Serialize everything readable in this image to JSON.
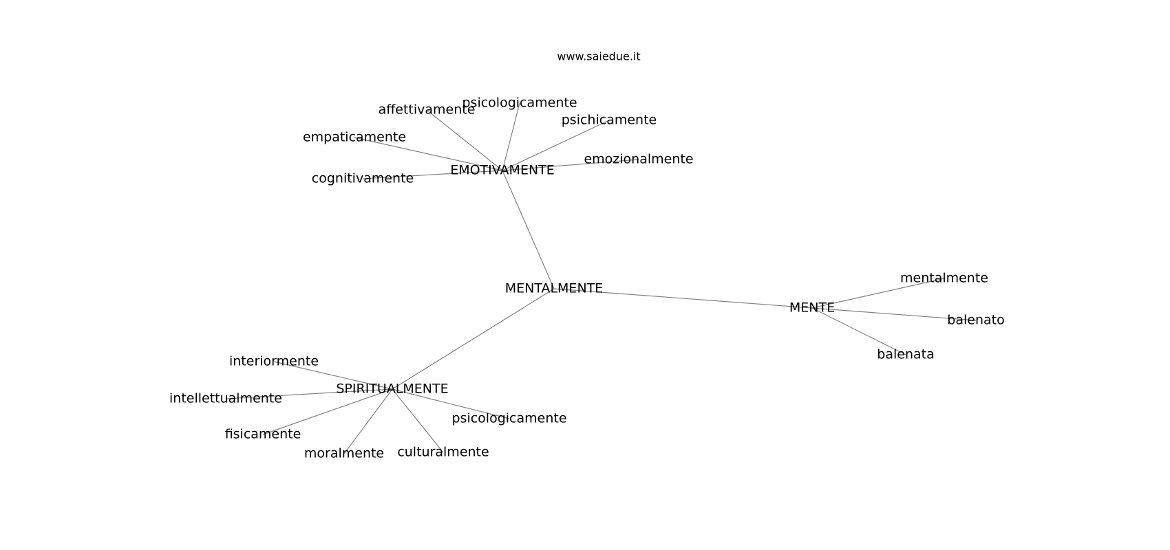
{
  "watermark": "www.saiedue.it",
  "colors": {
    "edge": "#808080",
    "text": "#000000",
    "background": "#ffffff"
  },
  "graph": {
    "nodes": [
      {
        "id": "mentalmente_hub",
        "label": "MENTALMENTE"
      },
      {
        "id": "emotivamente",
        "label": "EMOTIVAMENTE"
      },
      {
        "id": "spiritualmente",
        "label": "SPIRITUALMENTE"
      },
      {
        "id": "mente",
        "label": "MENTE"
      },
      {
        "id": "affettivamente",
        "label": "affettivamente"
      },
      {
        "id": "psicologicamente_a",
        "label": "psicologicamente"
      },
      {
        "id": "psichicamente",
        "label": "psichicamente"
      },
      {
        "id": "empaticamente",
        "label": "empaticamente"
      },
      {
        "id": "emozionalmente",
        "label": "emozionalmente"
      },
      {
        "id": "cognitivamente",
        "label": "cognitivamente"
      },
      {
        "id": "mentalmente",
        "label": "mentalmente"
      },
      {
        "id": "balenato",
        "label": "balenato"
      },
      {
        "id": "balenata",
        "label": "balenata"
      },
      {
        "id": "interiormente",
        "label": "interiormente"
      },
      {
        "id": "intellettualmente",
        "label": "intellettualmente"
      },
      {
        "id": "fisicamente",
        "label": "fisicamente"
      },
      {
        "id": "moralmente",
        "label": "moralmente"
      },
      {
        "id": "culturalmente",
        "label": "culturalmente"
      },
      {
        "id": "psicologicamente_b",
        "label": "psicologicamente"
      }
    ],
    "edges": [
      [
        "mentalmente_hub",
        "emotivamente"
      ],
      [
        "mentalmente_hub",
        "spiritualmente"
      ],
      [
        "mentalmente_hub",
        "mente"
      ],
      [
        "emotivamente",
        "affettivamente"
      ],
      [
        "emotivamente",
        "psicologicamente_a"
      ],
      [
        "emotivamente",
        "psichicamente"
      ],
      [
        "emotivamente",
        "empaticamente"
      ],
      [
        "emotivamente",
        "emozionalmente"
      ],
      [
        "emotivamente",
        "cognitivamente"
      ],
      [
        "mente",
        "mentalmente"
      ],
      [
        "mente",
        "balenato"
      ],
      [
        "mente",
        "balenata"
      ],
      [
        "spiritualmente",
        "interiormente"
      ],
      [
        "spiritualmente",
        "intellettualmente"
      ],
      [
        "spiritualmente",
        "fisicamente"
      ],
      [
        "spiritualmente",
        "moralmente"
      ],
      [
        "spiritualmente",
        "culturalmente"
      ],
      [
        "spiritualmente",
        "psicologicamente_b"
      ]
    ]
  }
}
